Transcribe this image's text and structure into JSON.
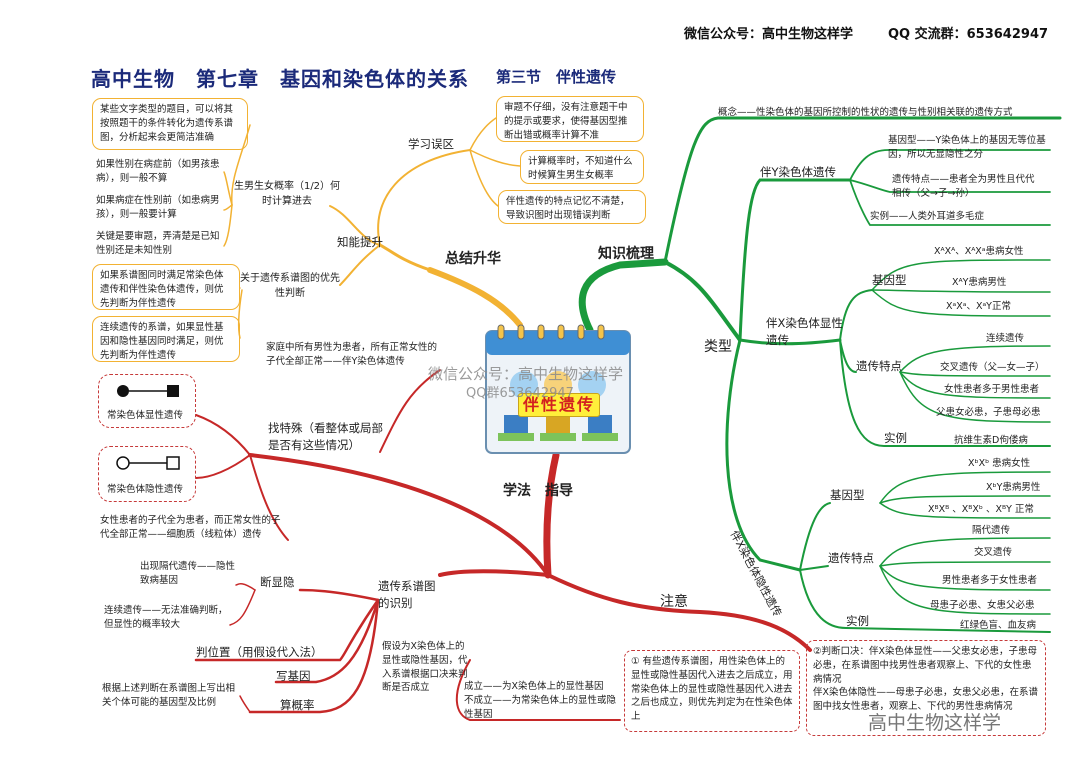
{
  "header": {
    "wechat": "微信公众号：高中生物这样学",
    "qq": "QQ 交流群：653642947"
  },
  "title": {
    "main": "高中生物　第七章　基因和染色体的关系",
    "section": "第三节　伴性遗传"
  },
  "center": {
    "label": "伴性遗传",
    "watermark_line1": "微信公众号：高中生物这样学",
    "watermark_line2": "QQ群653642947",
    "watermark_corner": "高中生物这样学"
  },
  "branches": {
    "summary": "总结升华",
    "knowledge": "知识梳理",
    "method": "学法　指导",
    "types": "类型",
    "note": "注意"
  },
  "summary": {
    "mistakes_label": "学习误区",
    "mistakes": [
      "审题不仔细，没有注意题干中的提示或要求，使得基因型推断出错或概率计算不准",
      "计算概率时，不知道什么时候算生男生女概率",
      "伴性遗传的特点记忆不清楚，导致识图时出现错误判断"
    ],
    "ability_label": "知能提升",
    "prob_label": "生男生女概率（1/2）何时计算进去",
    "prob_items": [
      "如果性别在病症前（如男孩患病），则一般不算",
      "如果病症在性别前（如患病男孩），则一般要计算",
      "关键是要审题，弄清楚是已知性别还是未知性别"
    ],
    "priority_label": "关于遗传系谱图的优先性判断",
    "priority_items": [
      "如果系谱图同时满足常染色体遗传和伴性染色体遗传，则优先判断为伴性遗传",
      "连续遗传的系谱，如果显性基因和隐性基因同时满足，则优先判断为伴性遗传"
    ],
    "first_item": "某些文字类型的题目，可以将其按照题干的条件转化为遗传系谱图，分析起来会更简洁准确"
  },
  "knowledge": {
    "concept": "概念——性染色体的基因所控制的性状的遗传与性别相关联的遗传方式",
    "y_label": "伴Y染色体遗传",
    "y_items": [
      "基因型——Y染色体上的基因无等位基因，所以无显隐性之分",
      "遗传特点——患者全为男性且代代相传（父→子→孙）",
      "实例——人类外耳道多毛症"
    ],
    "xr_label": "伴X染色体显性遗传",
    "genotype_label": "基因型",
    "xr_genotypes": [
      "XᴬXᴬ、XᴬXᵃ患病女性",
      "XᴬY患病男性",
      "XᵃXᵃ、XᵃY正常"
    ],
    "trait_label": "遗传特点",
    "xr_traits": [
      "连续遗传",
      "交叉遗传（父—女—子）",
      "女性患者多于男性患者",
      "父患女必患，子患母必患"
    ],
    "example_label": "实例",
    "xr_example": "抗维生素D佝偻病",
    "xb_label": "伴X染色体隐性遗传",
    "xb_genotypes": [
      "XᵇXᵇ 患病女性",
      "XᵇY患病男性",
      "XᴮXᴮ 、XᴮXᵇ 、XᴮY 正常"
    ],
    "xb_traits": [
      "隔代遗传",
      "交叉遗传",
      "男性患者多于女性患者",
      "母患子必患、女患父必患"
    ],
    "xb_example": "红绿色盲、血友病"
  },
  "method": {
    "find_label": "找特殊（看整体或局部是否有这些情况）",
    "find_top": "家庭中所有男性为患者，所有正常女性的子代全部正常——伴Y染色体遗传",
    "dominant_label": "常染色体显性遗传",
    "recessive_label": "常染色体隐性遗传",
    "female_all": "女性患者的子代全为患者，而正常女性的子代全部正常——细胞质（线粒体）遗传",
    "pedigree_label": "遗传系谱图的识别",
    "dominance_label": "断显隐",
    "dominance_items": [
      "出现隔代遗传——隐性致病基因",
      "连续遗传——无法准确判断，但显性的概率较大"
    ],
    "position_label": "判位置（用假设代入法）",
    "genotype_label": "写基因",
    "prob_label": "算概率",
    "prob_text": "根据上述判断在系谱图上写出相关个体可能的基因型及比例",
    "assume_text": "假设为X染色体上的显性或隐性基因，代入系谱根据口决来判断是否成立",
    "result_text": "成立——为X染色体上的显性基因\n不成立——为常染色体上的显性或隐性基因"
  },
  "note": {
    "item1": "① 有些遗传系谱图，用性染色体上的显性或隐性基因代入进去之后成立，用常染色体上的显性或隐性基因代入进去之后也成立，则优先判定为在性染色体上",
    "item2": "②判断口决：伴X染色体显性——父患女必患，子患母必患，在系谱图中找男性患者观察上、下代的女性患病情况\n伴X染色体隐性——母患子必患，女患父必患，在系谱图中找女性患者，观察上、下代的男性患病情况"
  },
  "colors": {
    "summary": "#f2b233",
    "knowledge": "#1a9a3c",
    "method": "#c62828",
    "title": "#1b2a7a"
  }
}
